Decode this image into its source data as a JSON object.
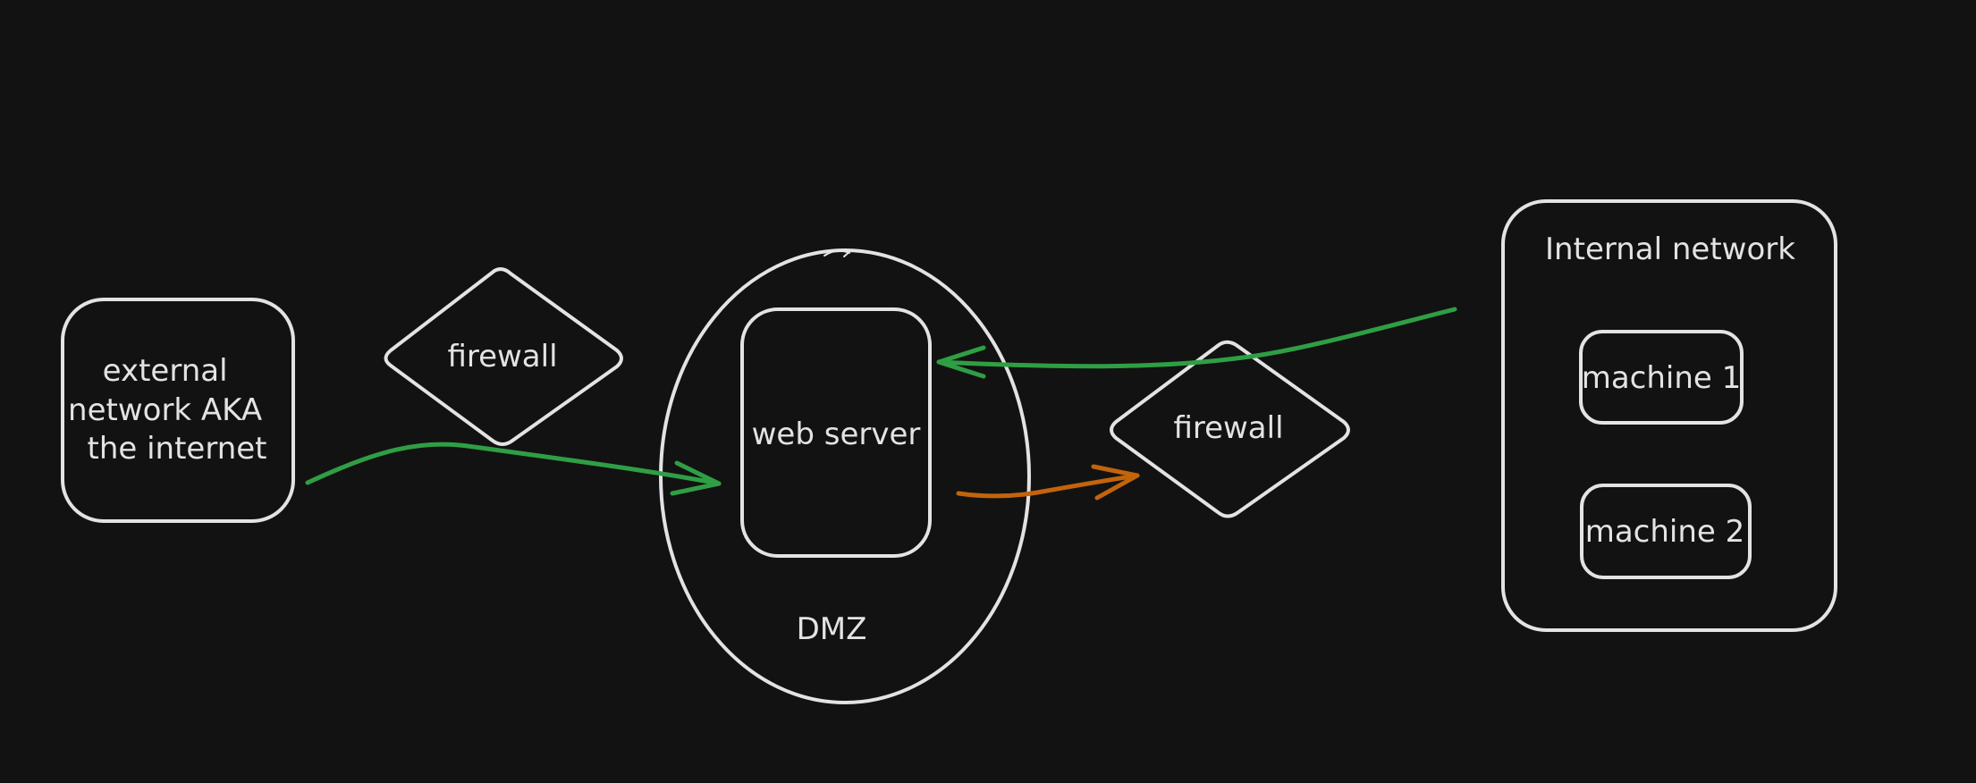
{
  "colors": {
    "background": "#121212",
    "stroke": "#e3e3e3",
    "text": "#e3e3e3",
    "allowed_flow": "#2f9e44",
    "outbound_flow": "#c2640c"
  },
  "nodes": {
    "external_network": {
      "lines": [
        "external",
        "network AKA",
        "the internet"
      ]
    },
    "firewall_outer": {
      "label": "firewall"
    },
    "dmz": {
      "label": "DMZ"
    },
    "web_server": {
      "label": "web server"
    },
    "firewall_inner": {
      "label": "firewall"
    },
    "internal_network": {
      "label": "Internal network"
    },
    "machine_1": {
      "label": "machine 1"
    },
    "machine_2": {
      "label": "machine 2"
    }
  },
  "edges": [
    {
      "name": "internet-to-web-server-arrow",
      "from": "external_network",
      "to": "web_server",
      "color_key": "allowed_flow"
    },
    {
      "name": "web-server-to-firewall-arrow",
      "from": "web_server",
      "to": "firewall_inner",
      "color_key": "outbound_flow"
    },
    {
      "name": "internal-to-web-server-arrow",
      "from": "internal_network",
      "to": "web_server",
      "color_key": "allowed_flow"
    }
  ]
}
